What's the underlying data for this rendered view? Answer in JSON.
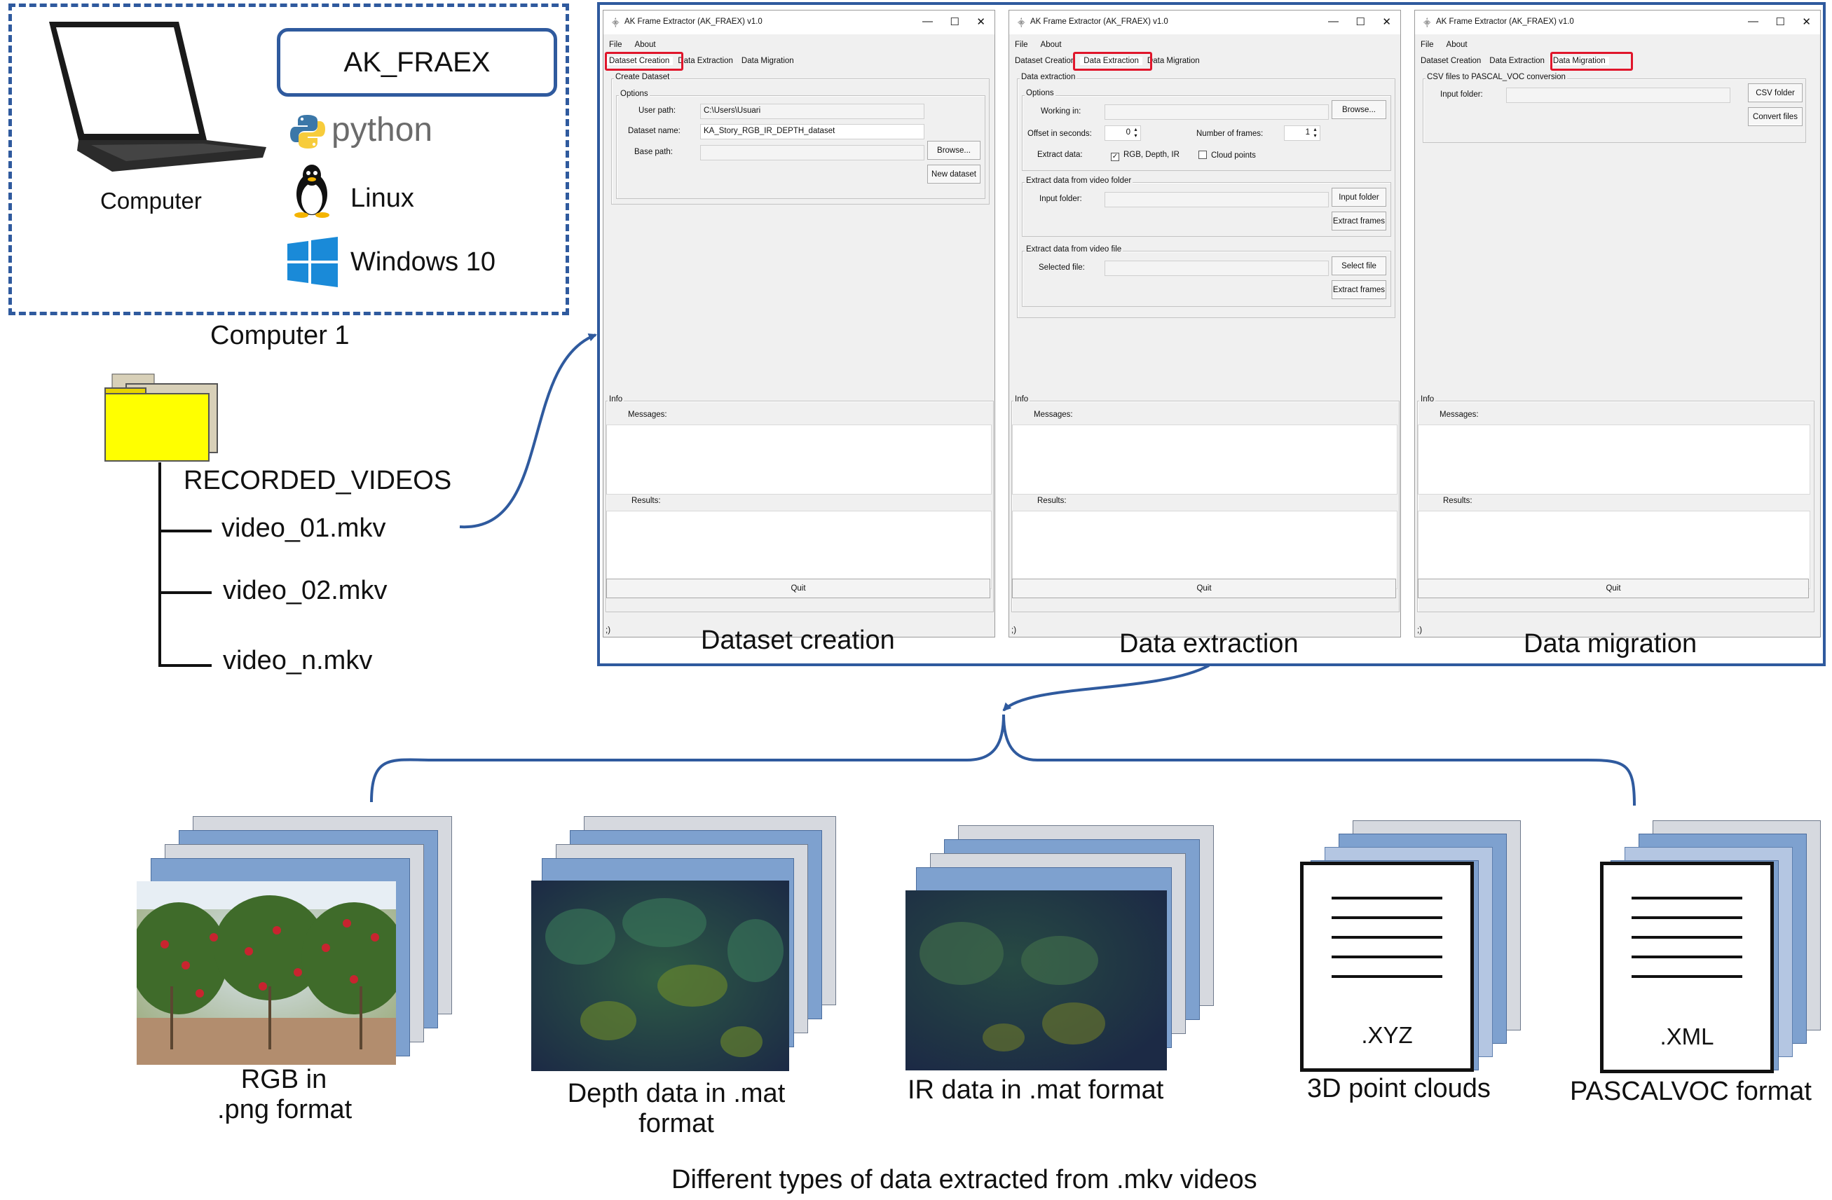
{
  "computer_box": {
    "laptop_label": "Computer",
    "app_name": "AK_FRAEX",
    "python_label": "python",
    "os": [
      {
        "name": "Linux",
        "icon": "linux-tux-icon"
      },
      {
        "name": "Windows 10",
        "icon": "windows-logo-icon"
      }
    ],
    "caption": "Computer 1"
  },
  "folder": {
    "name": "RECORDED_VIDEOS",
    "files": [
      "video_01.mkv",
      "video_02.mkv",
      "video_n.mkv"
    ]
  },
  "windows": [
    {
      "title": "AK Frame Extractor (AK_FRAEX) v1.0",
      "menu": [
        "File",
        "About"
      ],
      "tabs": [
        "Dataset Creation",
        "Data Extraction",
        "Data Migration"
      ],
      "active_tab": 0,
      "caption": "Dataset creation",
      "create_dataset": {
        "frame_label": "Create Dataset",
        "options_label": "Options",
        "user_path_label": "User path:",
        "user_path_value": "C:\\Users\\Usuari",
        "dataset_name_label": "Dataset name:",
        "dataset_name_value": "KA_Story_RGB_IR_DEPTH_dataset",
        "base_path_label": "Base path:",
        "base_path_value": "",
        "browse_button": "Browse...",
        "new_dataset_button": "New dataset"
      }
    },
    {
      "title": "AK Frame Extractor (AK_FRAEX) v1.0",
      "menu": [
        "File",
        "About"
      ],
      "tabs": [
        "Dataset Creation",
        "Data Extraction",
        "Data Migration"
      ],
      "active_tab": 1,
      "caption": "Data extraction",
      "data_extraction": {
        "frame_label": "Data extraction",
        "options_label": "Options",
        "working_in_label": "Working in:",
        "browse_button": "Browse...",
        "offset_label": "Offset in seconds:",
        "offset_value": "0",
        "frames_label": "Number of frames:",
        "frames_value": "1",
        "extract_data_label": "Extract data:",
        "rgb_depth_ir_label": "RGB, Depth, IR",
        "rgb_depth_ir_checked": true,
        "cloud_points_label": "Cloud points",
        "cloud_points_checked": false,
        "folder_frame_label": "Extract data from video folder",
        "input_folder_label": "Input folder:",
        "input_folder_button": "Input folder",
        "extract_frames_button": "Extract frames",
        "file_frame_label": "Extract data from video file",
        "selected_file_label": "Selected file:",
        "select_file_button": "Select file"
      }
    },
    {
      "title": "AK Frame Extractor (AK_FRAEX) v1.0",
      "menu": [
        "File",
        "About"
      ],
      "tabs": [
        "Dataset Creation",
        "Data Extraction",
        "Data Migration"
      ],
      "active_tab": 2,
      "caption": "Data migration",
      "data_migration": {
        "frame_label": "CSV files to PASCAL_VOC conversion",
        "input_folder_label": "Input folder:",
        "csv_folder_button": "CSV folder",
        "convert_files_button": "Convert files"
      }
    }
  ],
  "info_panel": {
    "frame_label": "Info",
    "messages_label": "Messages:",
    "results_label": "Results:",
    "quit_button": "Quit",
    "status_text": ";)"
  },
  "outputs": [
    {
      "caption_line1": "RGB in",
      "caption_line2": ".png format",
      "kind": "photo-rgb"
    },
    {
      "caption_line1": "Depth data in .mat",
      "caption_line2": "format",
      "kind": "photo-depth"
    },
    {
      "caption_line1": "IR data in .mat format",
      "caption_line2": "",
      "kind": "photo-ir"
    },
    {
      "caption_line1": "3D point clouds",
      "caption_line2": "",
      "kind": "document",
      "extension": ".XYZ"
    },
    {
      "caption_line1": "PASCALVOC format",
      "caption_line2": "",
      "kind": "document",
      "extension": ".XML"
    }
  ],
  "footer_caption": "Different types of data extracted from .mkv videos",
  "colors": {
    "accent_blue": "#2f5a9e",
    "highlight_red": "#e0162b",
    "folder_yellow": "#ffff00",
    "card_blue": "#7ea1cf",
    "card_gray": "#d6d9df"
  }
}
